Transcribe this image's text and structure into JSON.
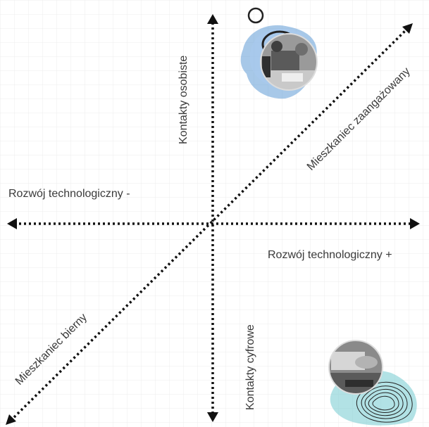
{
  "labels": {
    "x_negative": "Rozwój technologiczny -",
    "x_positive": "Rozwój technologiczny +",
    "y_up": "Kontakty osobiste",
    "y_down": "Kontakty cyfrowe",
    "diag_up": "Mieszkaniec zaangażowany",
    "diag_down": "Mieszkaniec bierny"
  },
  "colors": {
    "axis": "#111111",
    "text": "#3a3a3a",
    "grid": "#ececec",
    "watercolor_blue": "#5f9ad6",
    "watercolor_teal": "#7fcfd4"
  },
  "images": {
    "top": "photo-group-at-table",
    "bottom": "photo-hands-on-laptop"
  }
}
